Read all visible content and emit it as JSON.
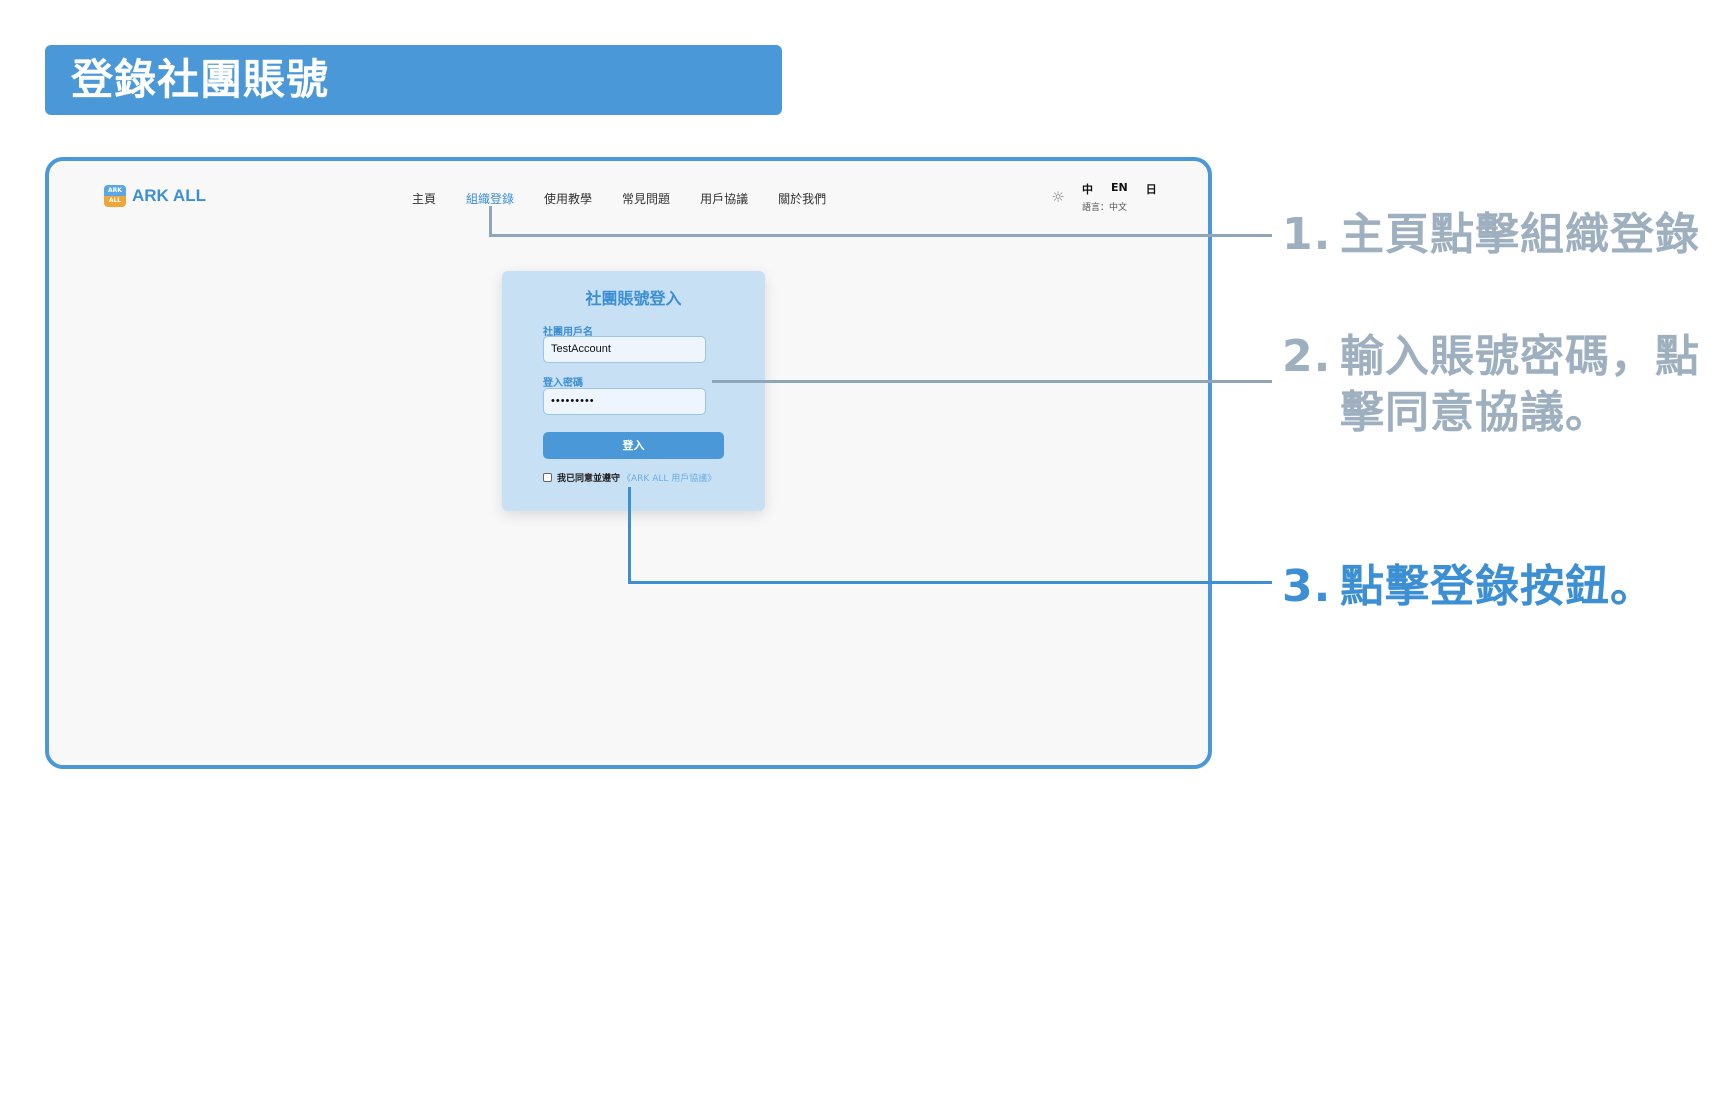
{
  "banner": {
    "title": "登錄社團賬號"
  },
  "app": {
    "logo": {
      "mark_top": "ARK",
      "mark_bottom": "ALL",
      "name": "ARK ALL"
    },
    "nav": [
      {
        "label": "主頁",
        "active": false
      },
      {
        "label": "組織登錄",
        "active": true
      },
      {
        "label": "使用教學",
        "active": false
      },
      {
        "label": "常見問題",
        "active": false
      },
      {
        "label": "用戶協議",
        "active": false
      },
      {
        "label": "關於我們",
        "active": false
      }
    ],
    "theme_icon": "sun-icon",
    "lang": {
      "options": [
        "中",
        "EN",
        "日"
      ],
      "current_label": "語言：中文"
    },
    "login_card": {
      "title": "社團賬號登入",
      "username_label": "社團用戶名",
      "username_value": "TestAccount",
      "password_label": "登入密碼",
      "password_value": "•••••••••",
      "submit_label": "登入",
      "agree_text": "我已同意並遵守",
      "agree_link": "《ARK ALL 用戶協議》"
    }
  },
  "steps": [
    {
      "num": "1.",
      "lines": [
        "主頁點擊組織登錄"
      ]
    },
    {
      "num": "2.",
      "lines": [
        "輸入賬號密碼，點",
        "擊同意協議。"
      ]
    },
    {
      "num": "3.",
      "lines": [
        "點擊登錄按鈕。"
      ]
    }
  ],
  "colors": {
    "accent": "#4a98d7",
    "step_gray": "#9eb0bf",
    "step_blue": "#3d8fd3",
    "card_bg": "#c8e0f4"
  }
}
